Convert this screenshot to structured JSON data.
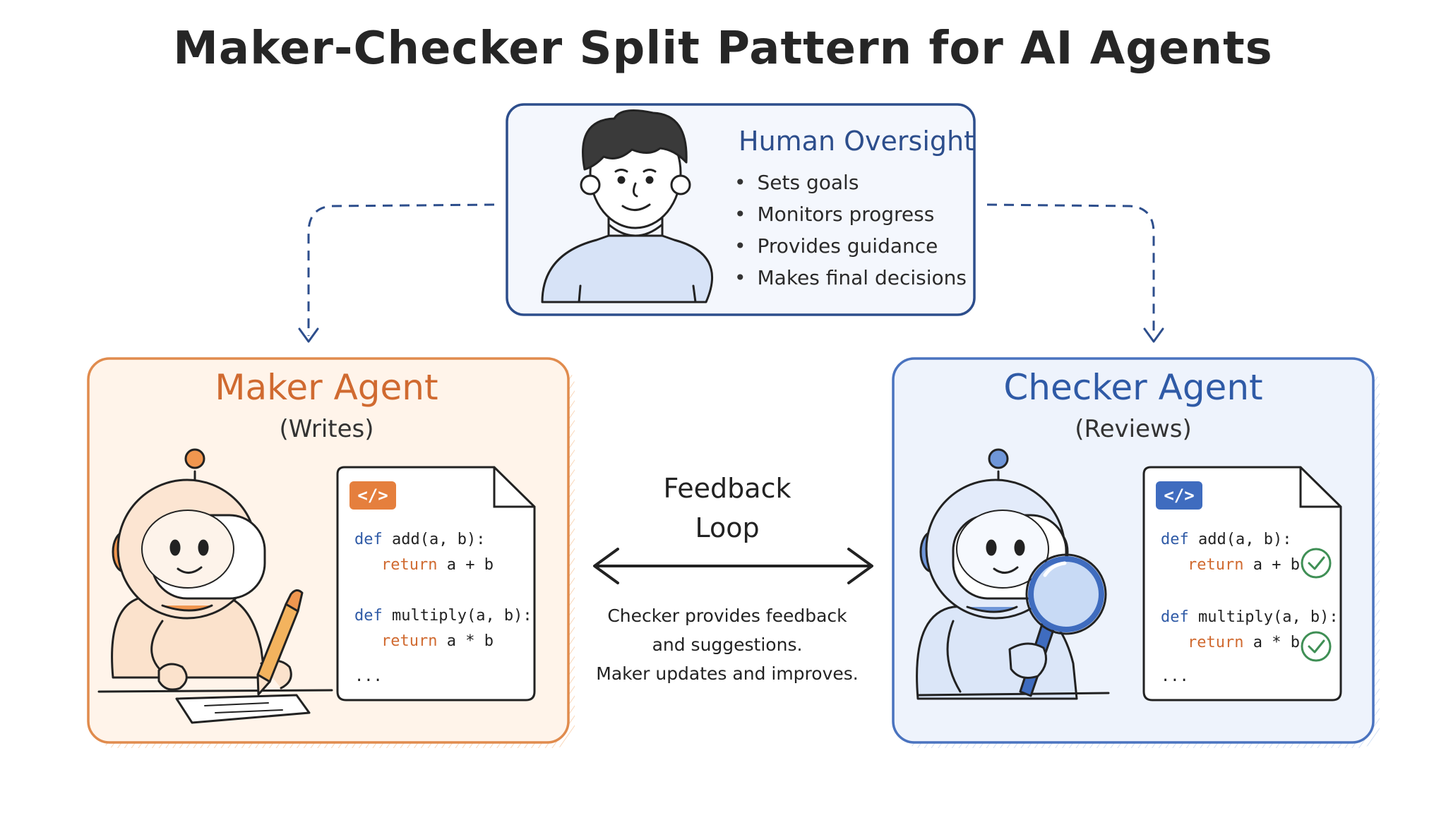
{
  "title": "Maker-Checker Split Pattern for AI Agents",
  "human": {
    "title": "Human Oversight",
    "bullets": [
      "Sets goals",
      "Monitors progress",
      "Provides guidance",
      "Makes final decisions"
    ]
  },
  "maker": {
    "title": "Maker Agent",
    "subtitle": "(Writes)",
    "code_tag": "</>",
    "code": [
      {
        "kw": "def",
        "rest": " add(a, b):"
      },
      {
        "kw": "return",
        "rest": " a + b"
      },
      {
        "kw": "def",
        "rest": " multiply(a, b):"
      },
      {
        "kw": "return",
        "rest": " a * b"
      }
    ],
    "ellipsis": "..."
  },
  "checker": {
    "title": "Checker Agent",
    "subtitle": "(Reviews)",
    "code_tag": "</>",
    "code": [
      {
        "kw": "def",
        "rest": " add(a, b):"
      },
      {
        "kw": "return",
        "rest": " a + b"
      },
      {
        "kw": "def",
        "rest": " multiply(a, b):"
      },
      {
        "kw": "return",
        "rest": " a * b"
      }
    ],
    "ellipsis": "..."
  },
  "feedback": {
    "title_lines": [
      "Feedback",
      "Loop"
    ],
    "description_lines": [
      "Checker provides feedback",
      "and suggestions.",
      "Maker updates and improves."
    ]
  },
  "colors": {
    "maker_orange": "#d06a30",
    "checker_blue": "#2f5aa6",
    "human_blue": "#2d4e8c",
    "check_green": "#3f8f55"
  }
}
